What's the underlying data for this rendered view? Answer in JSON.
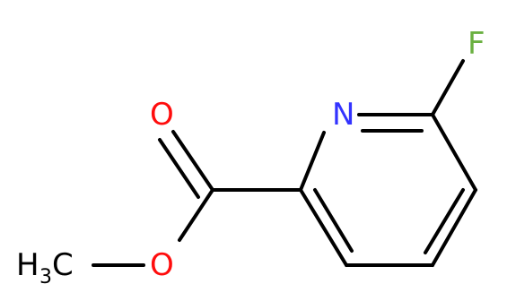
{
  "molecule": {
    "atoms": {
      "fluorine": {
        "symbol": "F",
        "color": "#6ab040"
      },
      "nitrogen": {
        "symbol": "N",
        "color": "#3333ff"
      },
      "carbonyl_oxygen": {
        "symbol": "O",
        "color": "#ff0d0d"
      },
      "ester_oxygen": {
        "symbol": "O",
        "color": "#ff0d0d"
      },
      "methyl": {
        "symbol": "H",
        "subscript": "3",
        "suffix": "C",
        "color": "#000000"
      }
    },
    "bond_color": "#000000"
  }
}
